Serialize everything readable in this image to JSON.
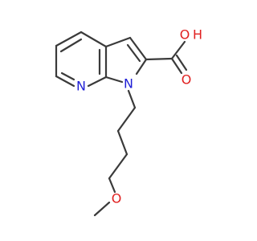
{
  "molecule": {
    "atoms": {
      "pyridine_n": "N",
      "pyrrole_n": "N",
      "hydroxyl_o": "O",
      "hydroxyl_h": "H",
      "carbonyl_o": "O",
      "ether_o": "O"
    }
  },
  "colors": {
    "bond": "#3a3a3a",
    "nitrogen": "#1f1fd6",
    "oxygen": "#e02020",
    "background": "#ffffff"
  }
}
